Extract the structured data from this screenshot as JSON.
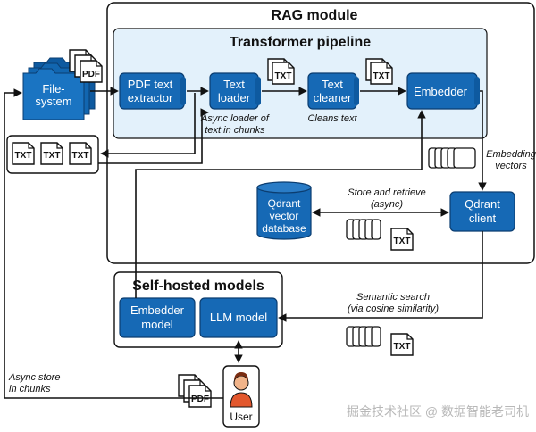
{
  "rag_module": {
    "title": "RAG module"
  },
  "pipeline": {
    "title": "Transformer pipeline"
  },
  "self_hosted": {
    "title": "Self-hosted models"
  },
  "nodes": {
    "file_system": {
      "line1": "File-",
      "line2": "system"
    },
    "pdf_extractor": {
      "line1": "PDF text",
      "line2": "extractor"
    },
    "text_loader": {
      "line1": "Text",
      "line2": "loader"
    },
    "text_cleaner": {
      "line1": "Text",
      "line2": "cleaner"
    },
    "embedder": {
      "line1": "Embedder"
    },
    "qdrant_db": {
      "line1": "Qdrant",
      "line2": "vector",
      "line3": "database"
    },
    "qdrant_client": {
      "line1": "Qdrant",
      "line2": "client"
    },
    "embedder_model": {
      "line1": "Embedder",
      "line2": "model"
    },
    "llm_model": {
      "line1": "LLM model"
    },
    "user": {
      "label": "User"
    }
  },
  "docs": {
    "pdf": "PDF",
    "txt": "TXT"
  },
  "captions": {
    "async_loader_1": "Async loader of",
    "async_loader_2": "text in chunks",
    "cleans_text": "Cleans text",
    "embedding_vectors_1": "Embedding",
    "embedding_vectors_2": "vectors",
    "store_retrieve_1": "Store and retrieve",
    "store_retrieve_2": "(async)",
    "semantic_search_1": "Semantic search",
    "semantic_search_2": "(via cosine similarity)",
    "async_store_1": "Async store",
    "async_store_2": "in chunks"
  },
  "watermark": "掘金技术社区 @ 数据智能老司机",
  "colors": {
    "node_blue": "#1669b5",
    "node_border": "#0b3d70",
    "pipeline_fill": "#e3f1fb",
    "outline": "#111111"
  }
}
